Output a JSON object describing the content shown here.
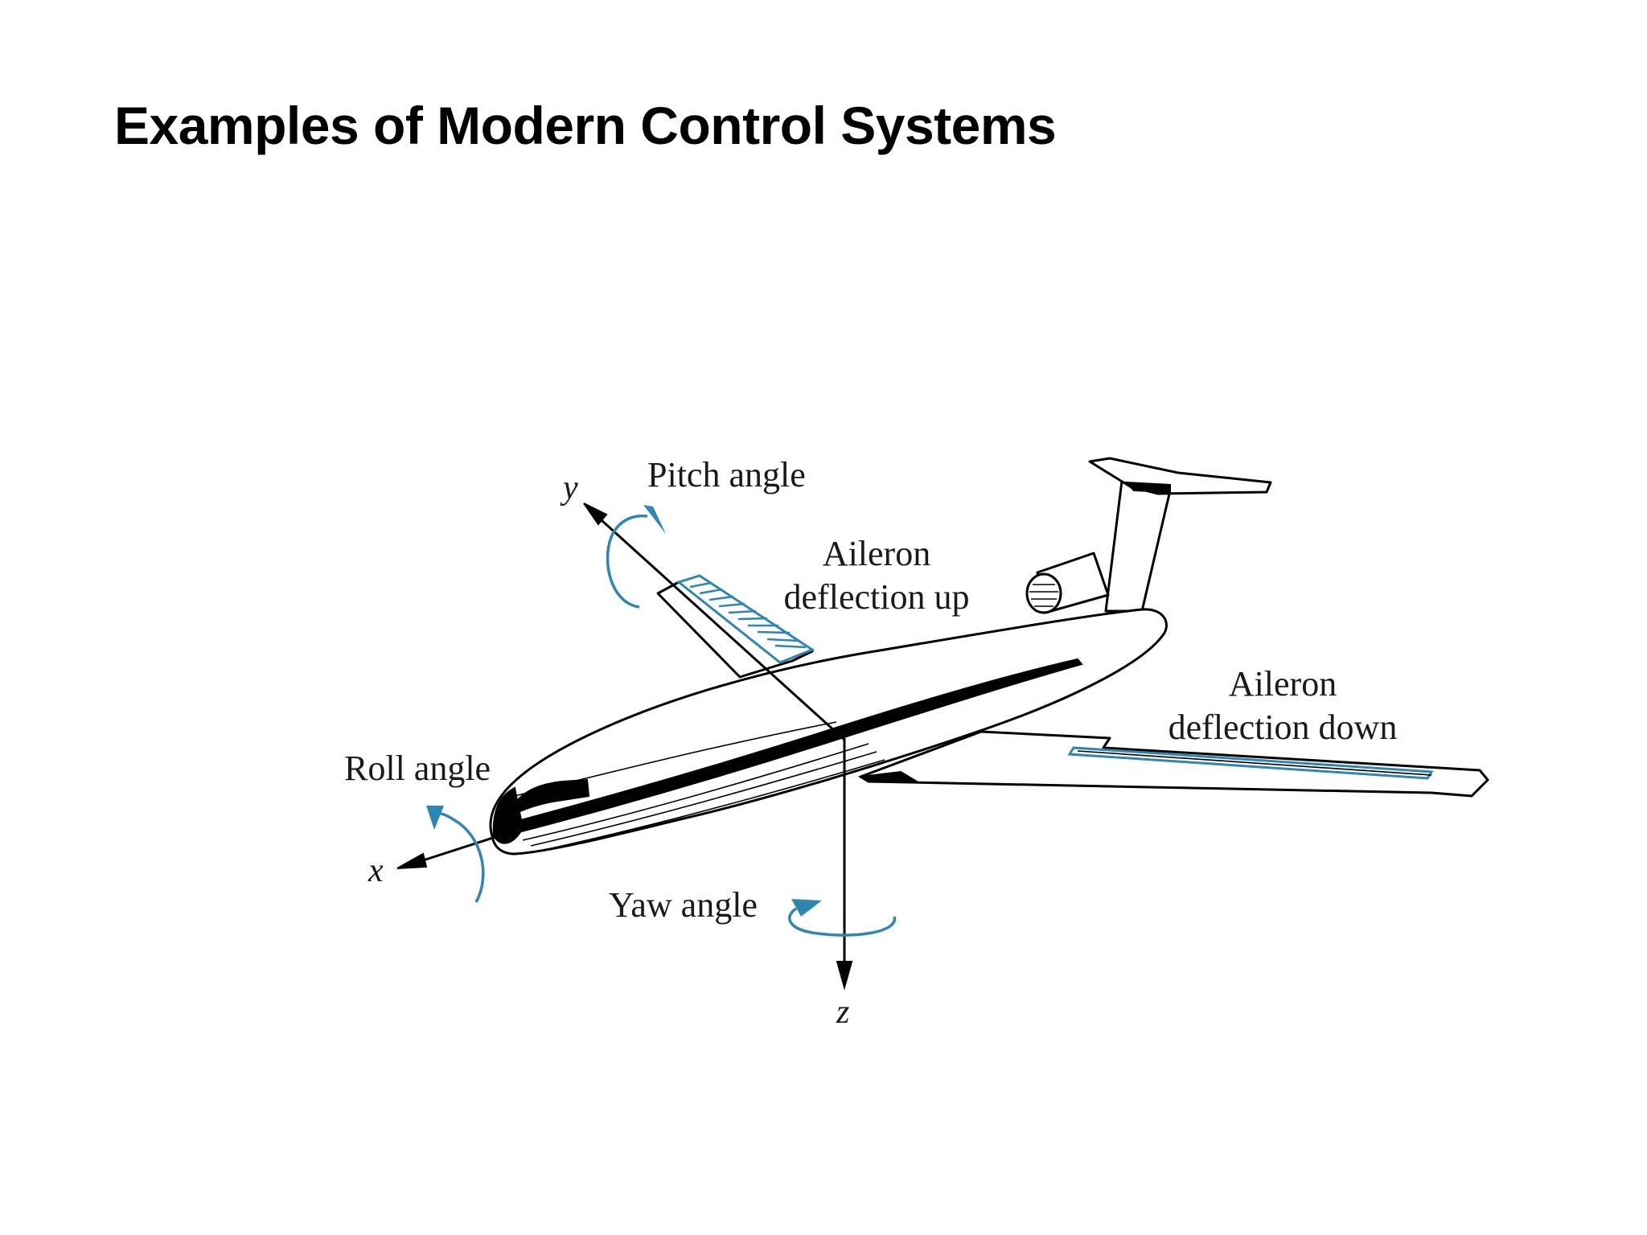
{
  "slide": {
    "title": "Examples of Modern Control Systems"
  },
  "diagram": {
    "labels": {
      "pitch_angle": "Pitch angle",
      "aileron_up_line1": "Aileron",
      "aileron_up_line2": "deflection up",
      "aileron_down_line1": "Aileron",
      "aileron_down_line2": "deflection down",
      "roll_angle": "Roll angle",
      "yaw_angle": "Yaw angle"
    },
    "axes": {
      "x": "x",
      "y": "y",
      "z": "z"
    },
    "colors": {
      "accent": "#2e86b3",
      "line": "#000000",
      "background": "#ffffff"
    }
  }
}
